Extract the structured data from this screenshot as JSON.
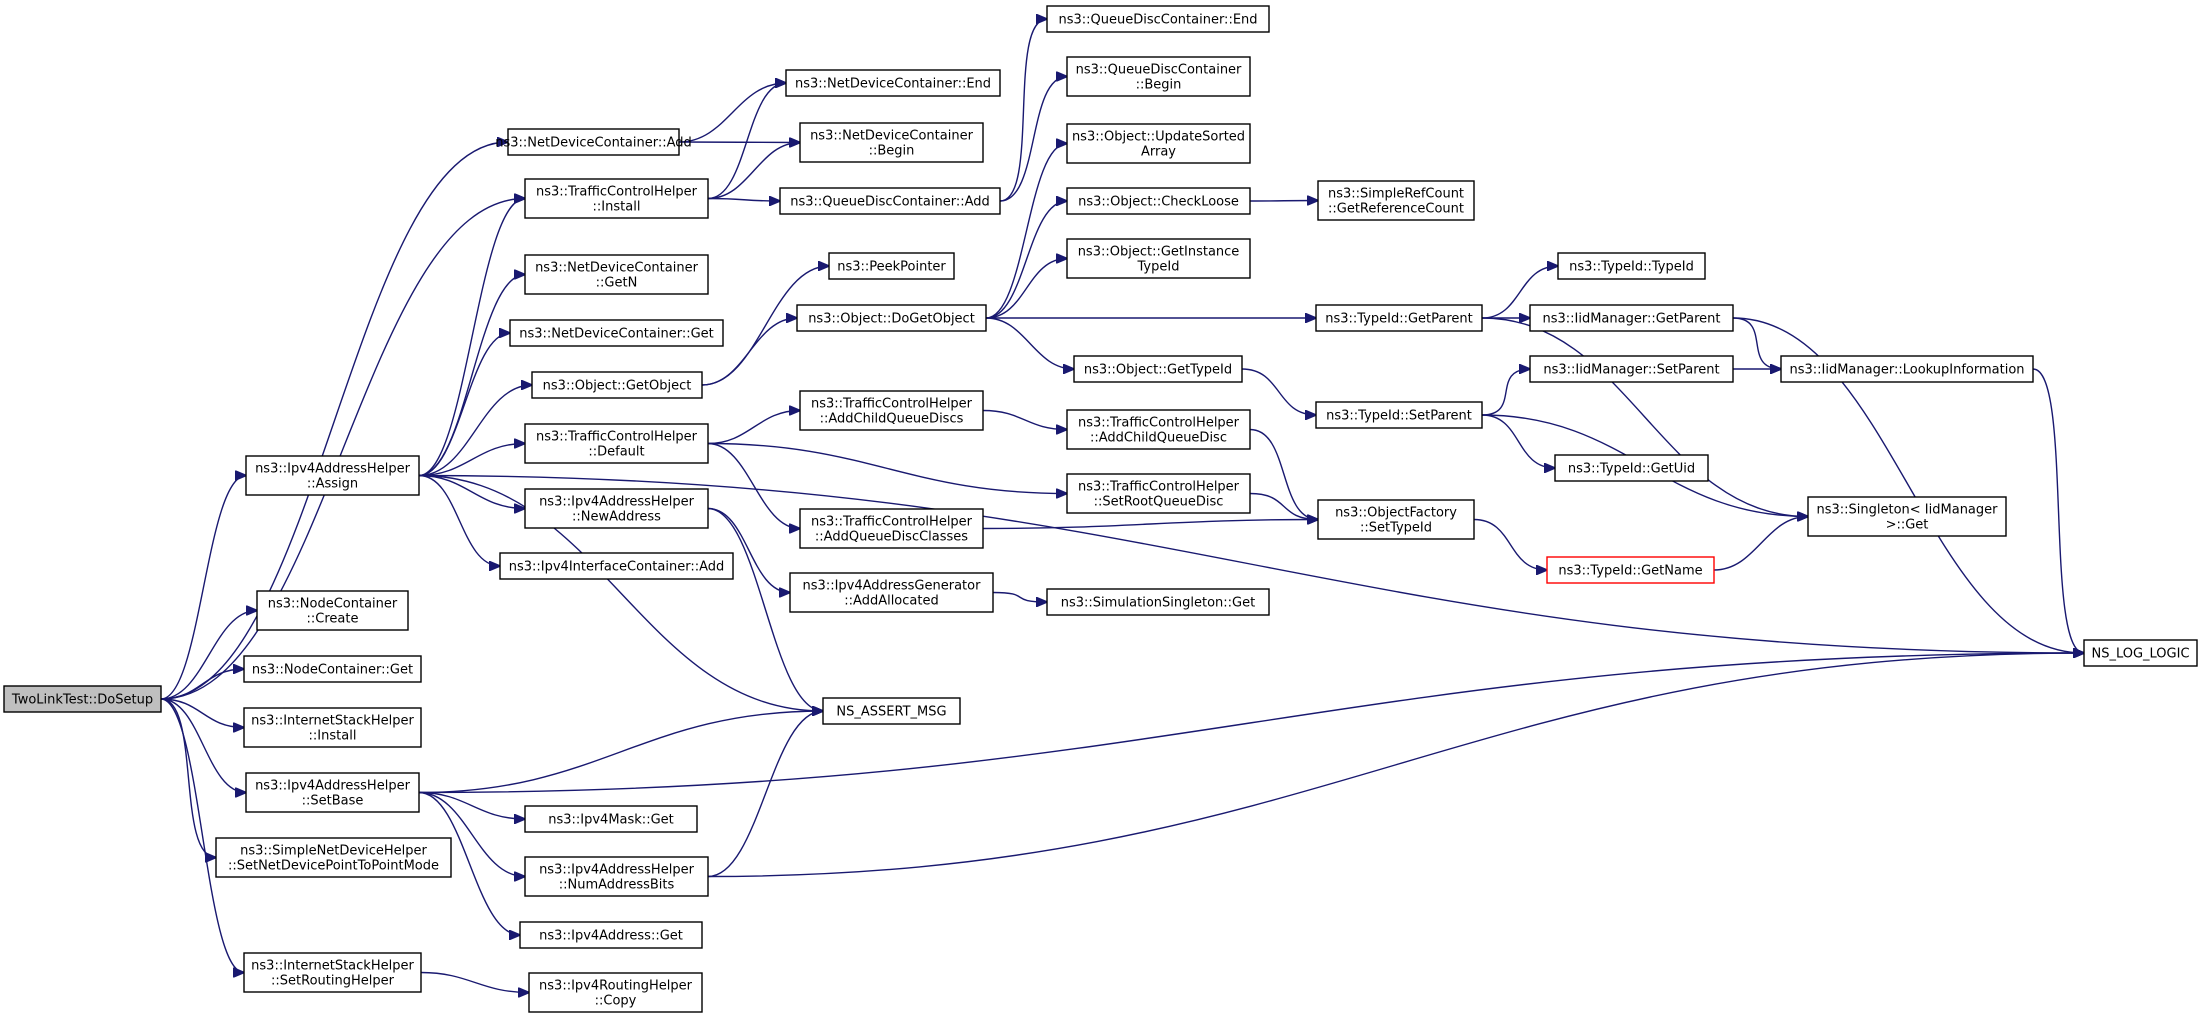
{
  "colors": {
    "edge": "#191970",
    "root_fill": "#bfbfbf",
    "node_border": "#000000",
    "highlight_border": "#ff0000"
  },
  "nodes": {
    "root": {
      "lines": [
        "TwoLinkTest::DoSetup"
      ]
    },
    "ndc_add": {
      "lines": [
        "ns3::NetDeviceContainer::Add"
      ]
    },
    "ndc_end": {
      "lines": [
        "ns3::NetDeviceContainer::End"
      ]
    },
    "ndc_begin": {
      "lines": [
        "ns3::NetDeviceContainer",
        "::Begin"
      ]
    },
    "tch_install": {
      "lines": [
        "ns3::TrafficControlHelper",
        "::Install"
      ]
    },
    "qdc_add": {
      "lines": [
        "ns3::QueueDiscContainer::Add"
      ]
    },
    "qdc_end": {
      "lines": [
        "ns3::QueueDiscContainer::End"
      ]
    },
    "qdc_begin": {
      "lines": [
        "ns3::QueueDiscContainer",
        "::Begin"
      ]
    },
    "ndc_getn": {
      "lines": [
        "ns3::NetDeviceContainer",
        "::GetN"
      ]
    },
    "ndc_get": {
      "lines": [
        "ns3::NetDeviceContainer::Get"
      ]
    },
    "obj_getobject": {
      "lines": [
        "ns3::Object::GetObject"
      ]
    },
    "peekpointer": {
      "lines": [
        "ns3::PeekPointer"
      ]
    },
    "obj_dogetobject": {
      "lines": [
        "ns3::Object::DoGetObject"
      ]
    },
    "obj_updatesorted": {
      "lines": [
        "ns3::Object::UpdateSorted",
        "Array"
      ]
    },
    "obj_checkloose": {
      "lines": [
        "ns3::Object::CheckLoose"
      ]
    },
    "simplerefcount": {
      "lines": [
        "ns3::SimpleRefCount",
        "::GetReferenceCount"
      ]
    },
    "obj_getinstance": {
      "lines": [
        "ns3::Object::GetInstance",
        "TypeId"
      ]
    },
    "obj_gettypeid": {
      "lines": [
        "ns3::Object::GetTypeId"
      ]
    },
    "typeid_getparent": {
      "lines": [
        "ns3::TypeId::GetParent"
      ]
    },
    "typeid_typeid": {
      "lines": [
        "ns3::TypeId::TypeId"
      ]
    },
    "iid_getparent": {
      "lines": [
        "ns3::IidManager::GetParent"
      ]
    },
    "iid_setparent": {
      "lines": [
        "ns3::IidManager::SetParent"
      ]
    },
    "iid_lookup": {
      "lines": [
        "ns3::IidManager::LookupInformation"
      ]
    },
    "typeid_setparent": {
      "lines": [
        "ns3::TypeId::SetParent"
      ]
    },
    "typeid_getuid": {
      "lines": [
        "ns3::TypeId::GetUid"
      ]
    },
    "tch_default": {
      "lines": [
        "ns3::TrafficControlHelper",
        "::Default"
      ]
    },
    "tch_addchildqds": {
      "lines": [
        "ns3::TrafficControlHelper",
        "::AddChildQueueDiscs"
      ]
    },
    "tch_addchildqd": {
      "lines": [
        "ns3::TrafficControlHelper",
        "::AddChildQueueDisc"
      ]
    },
    "tch_setroot": {
      "lines": [
        "ns3::TrafficControlHelper",
        "::SetRootQueueDisc"
      ]
    },
    "tch_addqdclasses": {
      "lines": [
        "ns3::TrafficControlHelper",
        "::AddQueueDiscClasses"
      ]
    },
    "objfactory_settypeid": {
      "lines": [
        "ns3::ObjectFactory",
        "::SetTypeId"
      ]
    },
    "singleton_get": {
      "lines": [
        "ns3::Singleton< IidManager",
        " >::Get"
      ]
    },
    "typeid_getname": {
      "lines": [
        "ns3::TypeId::GetName"
      ]
    },
    "ipv4ah_assign": {
      "lines": [
        "ns3::Ipv4AddressHelper",
        "::Assign"
      ]
    },
    "ipv4ah_newaddress": {
      "lines": [
        "ns3::Ipv4AddressHelper",
        "::NewAddress"
      ]
    },
    "ipv4ic_add": {
      "lines": [
        "ns3::Ipv4InterfaceContainer::Add"
      ]
    },
    "ipv4ag_addallocated": {
      "lines": [
        "ns3::Ipv4AddressGenerator",
        "::AddAllocated"
      ]
    },
    "simsingleton_get": {
      "lines": [
        "ns3::SimulationSingleton::Get"
      ]
    },
    "nc_create": {
      "lines": [
        "ns3::NodeContainer",
        "::Create"
      ]
    },
    "nc_get": {
      "lines": [
        "ns3::NodeContainer::Get"
      ]
    },
    "ns_log_logic": {
      "lines": [
        "NS_LOG_LOGIC"
      ]
    },
    "ish_install": {
      "lines": [
        "ns3::InternetStackHelper",
        "::Install"
      ]
    },
    "ns_assert_msg": {
      "lines": [
        "NS_ASSERT_MSG"
      ]
    },
    "ipv4ah_setbase": {
      "lines": [
        "ns3::Ipv4AddressHelper",
        "::SetBase"
      ]
    },
    "ipv4mask_get": {
      "lines": [
        "ns3::Ipv4Mask::Get"
      ]
    },
    "sndh_setp2p": {
      "lines": [
        "ns3::SimpleNetDeviceHelper",
        "::SetNetDevicePointToPointMode"
      ]
    },
    "ipv4ah_numbits": {
      "lines": [
        "ns3::Ipv4AddressHelper",
        "::NumAddressBits"
      ]
    },
    "ipv4addr_get": {
      "lines": [
        "ns3::Ipv4Address::Get"
      ]
    },
    "ish_setrouting": {
      "lines": [
        "ns3::InternetStackHelper",
        "::SetRoutingHelper"
      ]
    },
    "ipv4rh_copy": {
      "lines": [
        "ns3::Ipv4RoutingHelper",
        "::Copy"
      ]
    }
  },
  "edges": [
    [
      "root",
      "ndc_add"
    ],
    [
      "root",
      "tch_install"
    ],
    [
      "root",
      "ipv4ah_assign"
    ],
    [
      "root",
      "nc_create"
    ],
    [
      "root",
      "nc_get"
    ],
    [
      "root",
      "ish_install"
    ],
    [
      "root",
      "ipv4ah_setbase"
    ],
    [
      "root",
      "sndh_setp2p"
    ],
    [
      "root",
      "ish_setrouting"
    ],
    [
      "ndc_add",
      "ndc_end"
    ],
    [
      "ndc_add",
      "ndc_begin"
    ],
    [
      "tch_install",
      "ndc_end"
    ],
    [
      "tch_install",
      "ndc_begin"
    ],
    [
      "tch_install",
      "qdc_add"
    ],
    [
      "qdc_add",
      "qdc_end"
    ],
    [
      "qdc_add",
      "qdc_begin"
    ],
    [
      "ipv4ah_assign",
      "tch_install"
    ],
    [
      "ipv4ah_assign",
      "ndc_getn"
    ],
    [
      "ipv4ah_assign",
      "ndc_get"
    ],
    [
      "ipv4ah_assign",
      "obj_getobject"
    ],
    [
      "ipv4ah_assign",
      "tch_default"
    ],
    [
      "ipv4ah_assign",
      "ipv4ah_newaddress"
    ],
    [
      "ipv4ah_assign",
      "ipv4ic_add"
    ],
    [
      "ipv4ah_assign",
      "ns_assert_msg"
    ],
    [
      "ipv4ah_assign",
      "ns_log_logic"
    ],
    [
      "obj_getobject",
      "peekpointer"
    ],
    [
      "obj_getobject",
      "obj_dogetobject"
    ],
    [
      "obj_dogetobject",
      "obj_updatesorted"
    ],
    [
      "obj_dogetobject",
      "obj_checkloose"
    ],
    [
      "obj_dogetobject",
      "obj_getinstance"
    ],
    [
      "obj_dogetobject",
      "typeid_getparent"
    ],
    [
      "obj_dogetobject",
      "obj_gettypeid"
    ],
    [
      "obj_checkloose",
      "simplerefcount"
    ],
    [
      "obj_gettypeid",
      "typeid_setparent"
    ],
    [
      "typeid_getparent",
      "typeid_typeid"
    ],
    [
      "typeid_getparent",
      "iid_getparent"
    ],
    [
      "typeid_getparent",
      "singleton_get"
    ],
    [
      "iid_getparent",
      "iid_lookup"
    ],
    [
      "iid_getparent",
      "ns_log_logic"
    ],
    [
      "typeid_setparent",
      "iid_setparent"
    ],
    [
      "typeid_setparent",
      "typeid_getuid"
    ],
    [
      "typeid_setparent",
      "singleton_get"
    ],
    [
      "iid_setparent",
      "iid_lookup"
    ],
    [
      "iid_lookup",
      "ns_log_logic"
    ],
    [
      "tch_default",
      "tch_addchildqds"
    ],
    [
      "tch_default",
      "tch_setroot"
    ],
    [
      "tch_default",
      "tch_addqdclasses"
    ],
    [
      "tch_addchildqds",
      "tch_addchildqd"
    ],
    [
      "tch_addchildqd",
      "objfactory_settypeid"
    ],
    [
      "tch_setroot",
      "objfactory_settypeid"
    ],
    [
      "tch_addqdclasses",
      "objfactory_settypeid"
    ],
    [
      "objfactory_settypeid",
      "typeid_getname"
    ],
    [
      "typeid_getname",
      "singleton_get"
    ],
    [
      "ipv4ah_newaddress",
      "ipv4ag_addallocated"
    ],
    [
      "ipv4ah_newaddress",
      "ns_assert_msg"
    ],
    [
      "ipv4ag_addallocated",
      "simsingleton_get"
    ],
    [
      "ipv4ah_setbase",
      "ns_assert_msg"
    ],
    [
      "ipv4ah_setbase",
      "ns_log_logic"
    ],
    [
      "ipv4ah_setbase",
      "ipv4mask_get"
    ],
    [
      "ipv4ah_setbase",
      "ipv4ah_numbits"
    ],
    [
      "ipv4ah_setbase",
      "ipv4addr_get"
    ],
    [
      "ipv4ah_numbits",
      "ns_assert_msg"
    ],
    [
      "ipv4ah_numbits",
      "ns_log_logic"
    ],
    [
      "ish_setrouting",
      "ipv4rh_copy"
    ]
  ]
}
